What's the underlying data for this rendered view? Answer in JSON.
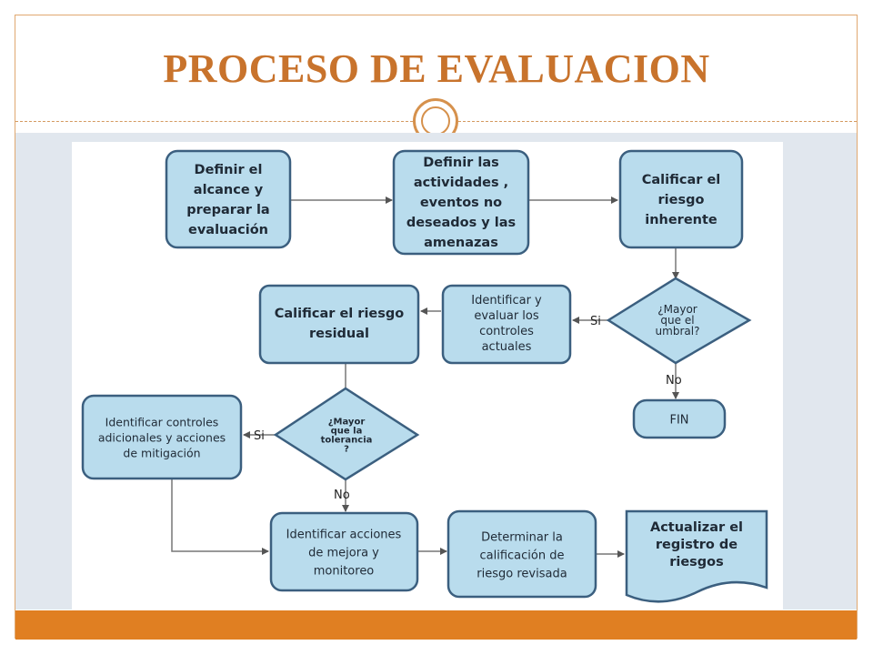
{
  "slide": {
    "title": "PROCESO DE EVALUACION"
  },
  "colors": {
    "box_fill": "#b9dced",
    "box_stroke": "#3b5f7f",
    "title": "#c8732c",
    "accent_bar": "#e07f22"
  },
  "nodes": {
    "definir_alcance": [
      "Definir el",
      "alcance  y",
      "preparar la",
      "evaluación"
    ],
    "definir_actividades": [
      "Definir las",
      "actividades ,",
      "eventos no",
      "deseados y las",
      "amenazas"
    ],
    "calificar_inherente": [
      "Calificar el",
      "riesgo",
      "inherente"
    ],
    "decision_umbral": [
      "¿Mayor",
      "que  el",
      "umbral?"
    ],
    "identificar_controles": [
      "Identificar y",
      "evaluar los",
      "controles",
      "actuales"
    ],
    "calificar_residual": [
      "Calificar el riesgo",
      "residual"
    ],
    "fin": [
      "FIN"
    ],
    "decision_tolerancia": [
      "¿Mayor",
      "que  la",
      "tolerancia",
      "?"
    ],
    "controles_adicionales": [
      "Identificar controles",
      "adicionales y acciones",
      "de mitigación"
    ],
    "acciones_mejora": [
      "Identificar acciones",
      "de mejora y",
      "monitoreo"
    ],
    "calificacion_revisada": [
      "Determinar la",
      "calificación de",
      "riesgo revisada"
    ],
    "actualizar_registro": [
      "Actualizar el",
      "registro de",
      "riesgos"
    ]
  },
  "edge_labels": {
    "umbral_si": "Si",
    "umbral_no": "No",
    "tolerancia_si": "Si",
    "tolerancia_no": "No"
  }
}
